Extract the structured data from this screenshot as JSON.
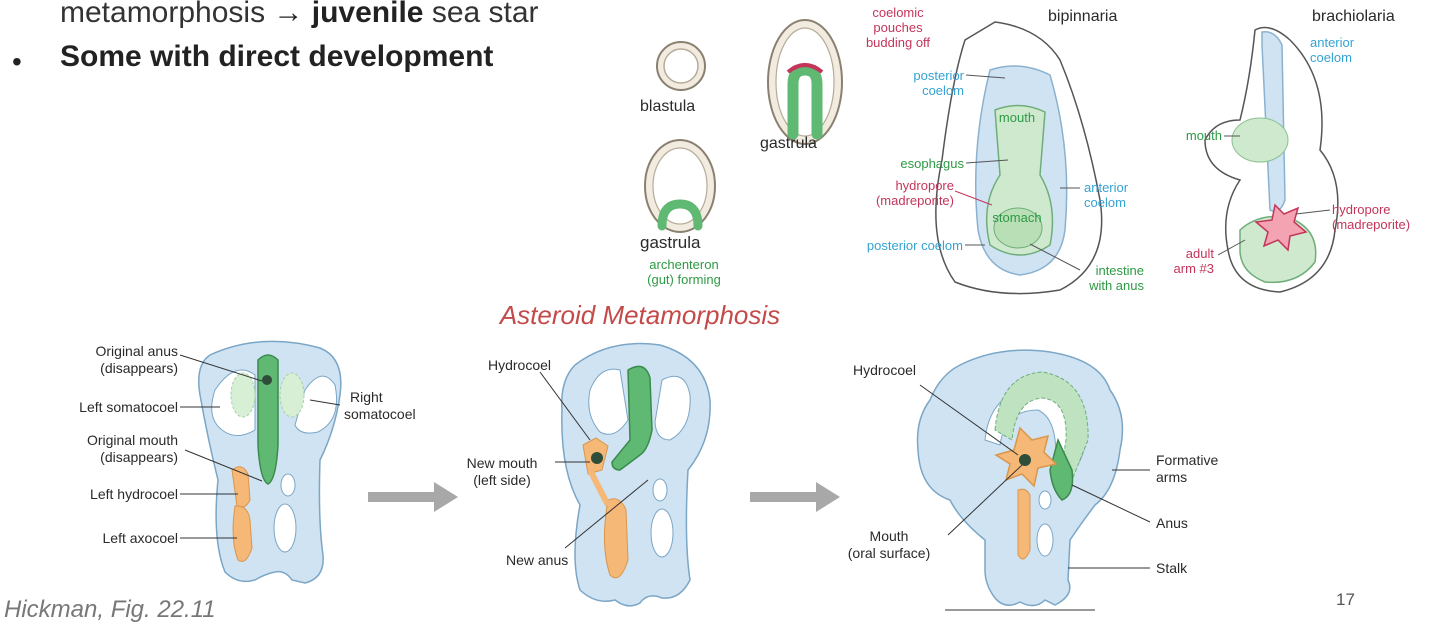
{
  "bullets": {
    "line1_pre": "metamorphosis",
    "line1_arrow": "→",
    "line1_bold": "juvenile",
    "line1_post": "sea star",
    "line2_dot": "•",
    "line2": "Some with direct development"
  },
  "larvae": {
    "blastula": "blastula",
    "gastrula_top": "gastrula",
    "gastrula_bottom": "gastrula",
    "archenteron_1": "archenteron",
    "archenteron_2": "(gut) forming",
    "coelomic_1": "coelomic",
    "coelomic_2": "pouches",
    "coelomic_3": "budding off",
    "bipinnaria": "bipinnaria",
    "posterior_coelom_1": "posterior",
    "posterior_coelom_2": "coelom",
    "mouth": "mouth",
    "esophagus": "esophagus",
    "hydropore_1": "hydropore",
    "hydropore_2": "(madreporite)",
    "stomach": "stomach",
    "anterior_coelom_1": "anterior",
    "anterior_coelom_2": "coelom",
    "posterior_coelom_bottom": "posterior coelom",
    "intestine_1": "intestine",
    "intestine_2": "with anus",
    "brachiolaria": "brachiolaria",
    "br_anterior_1": "anterior",
    "br_anterior_2": "coelom",
    "br_mouth": "mouth",
    "br_hydropore_1": "hydropore",
    "br_hydropore_2": "(madreporite)",
    "adult_arm_1": "adult",
    "adult_arm_2": "arm #3"
  },
  "section_title": "Asteroid Metamorphosis",
  "stage1": {
    "orig_anus_1": "Original anus",
    "orig_anus_2": "(disappears)",
    "left_somatocoel": "Left somatocoel",
    "right_somatocoel_1": "Right",
    "right_somatocoel_2": "somatocoel",
    "orig_mouth_1": "Original mouth",
    "orig_mouth_2": "(disappears)",
    "left_hydrocoel": "Left hydrocoel",
    "left_axocoel": "Left axocoel"
  },
  "stage2": {
    "hydrocoel": "Hydrocoel",
    "new_mouth_1": "New mouth",
    "new_mouth_2": "(left side)",
    "new_anus": "New anus"
  },
  "stage3": {
    "hydrocoel": "Hydrocoel",
    "formative_1": "Formative",
    "formative_2": "arms",
    "anus": "Anus",
    "mouth_1": "Mouth",
    "mouth_2": "(oral surface)",
    "stalk": "Stalk"
  },
  "citation": "Hickman, Fig. 22.11",
  "page_number": "17",
  "colors": {
    "coelom_blue": "#cfe3f3",
    "gut_green": "#5fb973",
    "hydro_orange": "#f6b877",
    "label_red": "#c4355a",
    "label_blue": "#35a3d3",
    "label_green": "#2e9a45",
    "title_red": "#c44a4a"
  }
}
